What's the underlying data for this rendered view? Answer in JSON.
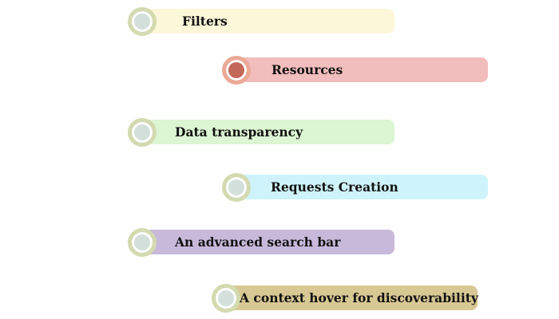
{
  "items": [
    {
      "label": "Filters",
      "color": "#fdf7d9",
      "active": false
    },
    {
      "label": "Resources",
      "color": "#f2bdbd",
      "active": true
    },
    {
      "label": "Data transparency",
      "color": "#dcf5d3",
      "active": false
    },
    {
      "label": "Requests Creation",
      "color": "#cff3fb",
      "active": false
    },
    {
      "label": "An advanced search bar",
      "color": "#c8b9da",
      "active": false
    },
    {
      "label": "A context hover for discoverability",
      "color": "#d8c893",
      "active": false
    }
  ]
}
